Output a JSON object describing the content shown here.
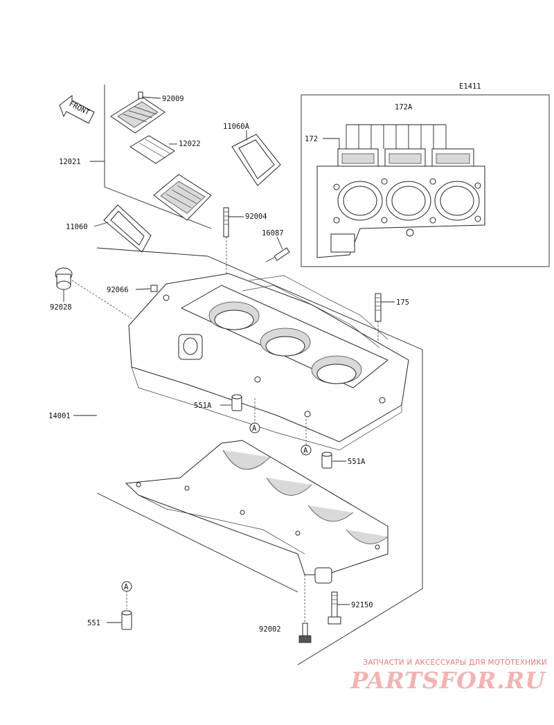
{
  "diagram": {
    "figure_id": "E1411",
    "front_label": "FRONT",
    "watermark_text": "ЗАПЧАСТИ И АКСЕССУАРЫ ДЛЯ МОТОТЕХНИКИ",
    "watermark_logo": "PARTSFOR.RU",
    "ref_marker": "A",
    "labels": {
      "p92009": "92009",
      "p12022": "12022",
      "p12021": "12021",
      "p11060A": "11060A",
      "p11060": "11060",
      "p92004": "92004",
      "p16087": "16087",
      "p92028": "92028",
      "p92066": "92066",
      "p175": "175",
      "p14001": "14001",
      "p551A_left": "551A",
      "p551A_right": "551A",
      "p551": "551",
      "p92002": "92002",
      "p92150": "92150",
      "p172A": "172A",
      "p172": "172"
    }
  }
}
